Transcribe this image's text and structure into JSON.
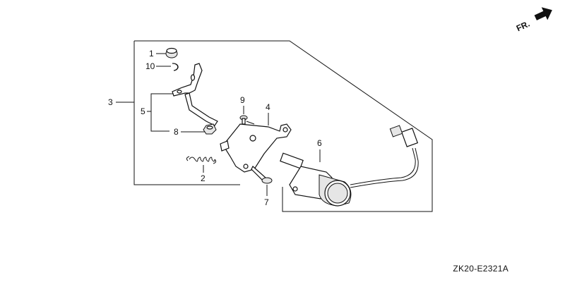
{
  "front_indicator": {
    "label": "FR.",
    "icon": "arrow-right-icon"
  },
  "callouts": {
    "c1": "1",
    "c2": "2",
    "c3": "3",
    "c4": "4",
    "c5": "5",
    "c6": "6",
    "c7": "7",
    "c8": "8",
    "c9": "9",
    "c10": "10"
  },
  "diagram_code": "ZK20-E2321A"
}
